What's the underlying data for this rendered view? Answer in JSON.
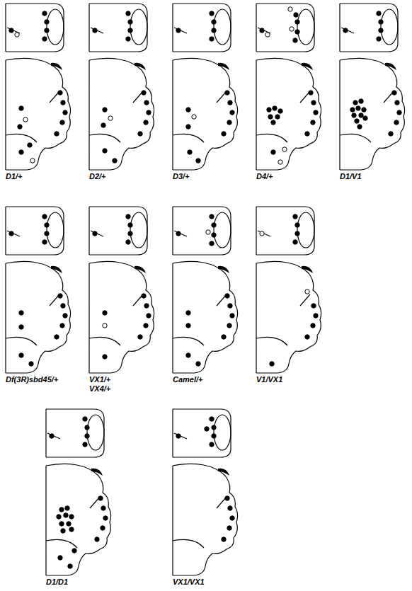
{
  "diagram": {
    "labels": [
      "D1/+",
      "D2/+",
      "D3/+",
      "D4/+",
      "D1/V1",
      "Df(3R)sbd45/+",
      "VX1/+ VX4/+",
      "Camel/+",
      "V1/VX1",
      "D1/D1",
      "VX1/VX1"
    ]
  }
}
